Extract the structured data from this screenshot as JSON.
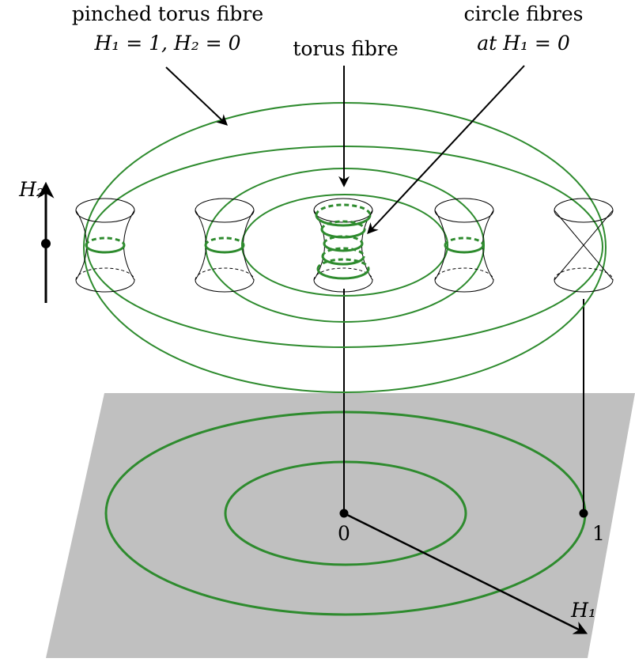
{
  "labels": {
    "pinched_line1": "pinched torus fibre",
    "pinched_line2": "H₁ = 1, H₂ = 0",
    "torus": "torus fibre",
    "circle_line1": "circle fibres",
    "circle_line2": "at H₁ = 0",
    "h2_axis": "H₂",
    "h1_axis": "H₁",
    "point_zero": "0",
    "point_one": "1"
  },
  "colors": {
    "fibre_green": "#2e8b2e",
    "plane_gray": "#c0c0c0",
    "ink": "#000000"
  }
}
